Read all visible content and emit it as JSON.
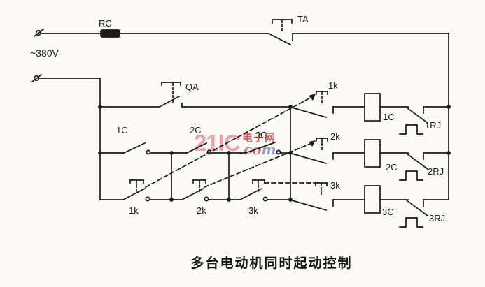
{
  "colors": {
    "ink": "#1b1b1b",
    "paper": "#fbfaf7",
    "watermark_pink": "#e9a2a6",
    "watermark_red": "#d04e50",
    "watermark_blue": "#8e8ed0"
  },
  "schematic": {
    "supply": {
      "voltage": "~380V",
      "fuse": "RC",
      "stop_button": "TA",
      "start_button": "QA"
    },
    "self_hold_contacts": [
      "1C",
      "2C",
      "3C"
    ],
    "start_buttons": [
      "1k",
      "2k",
      "3k"
    ],
    "branch_contacts": [
      "1k",
      "2k",
      "3k"
    ],
    "coils": [
      "1C",
      "2C",
      "3C"
    ],
    "overload_contacts": [
      "1RJ",
      "2RJ",
      "3RJ"
    ]
  },
  "watermark": {
    "brand": "21IC",
    "site_cn": "电子网",
    "suffix_co": ".co",
    "suffix_m": "m"
  },
  "caption": "多台电动机同时起动控制"
}
